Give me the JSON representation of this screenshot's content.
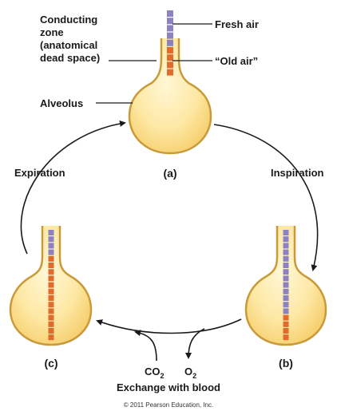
{
  "labels": {
    "conducting_zone_1": "Conducting",
    "conducting_zone_2": "zone",
    "conducting_zone_3": "(anatomical",
    "conducting_zone_4": "dead space)",
    "fresh_air": "Fresh air",
    "old_air": "“Old air”",
    "alveolus": "Alveolus",
    "a": "(a)",
    "b": "(b)",
    "c": "(c)",
    "expiration": "Expiration",
    "inspiration": "Inspiration",
    "co2_base": "CO",
    "co2_sub": "2",
    "o2_base": "O",
    "o2_sub": "2",
    "exchange": "Exchange with blood"
  },
  "copyright": "© 2011 Pearson Education, Inc.",
  "colors": {
    "fresh_air": "#8c82c2",
    "old_air": "#e26a2c",
    "alveolus_fill": "#fde8a4",
    "alveolus_stroke": "#c99a3a",
    "text": "#1a1a1a"
  }
}
